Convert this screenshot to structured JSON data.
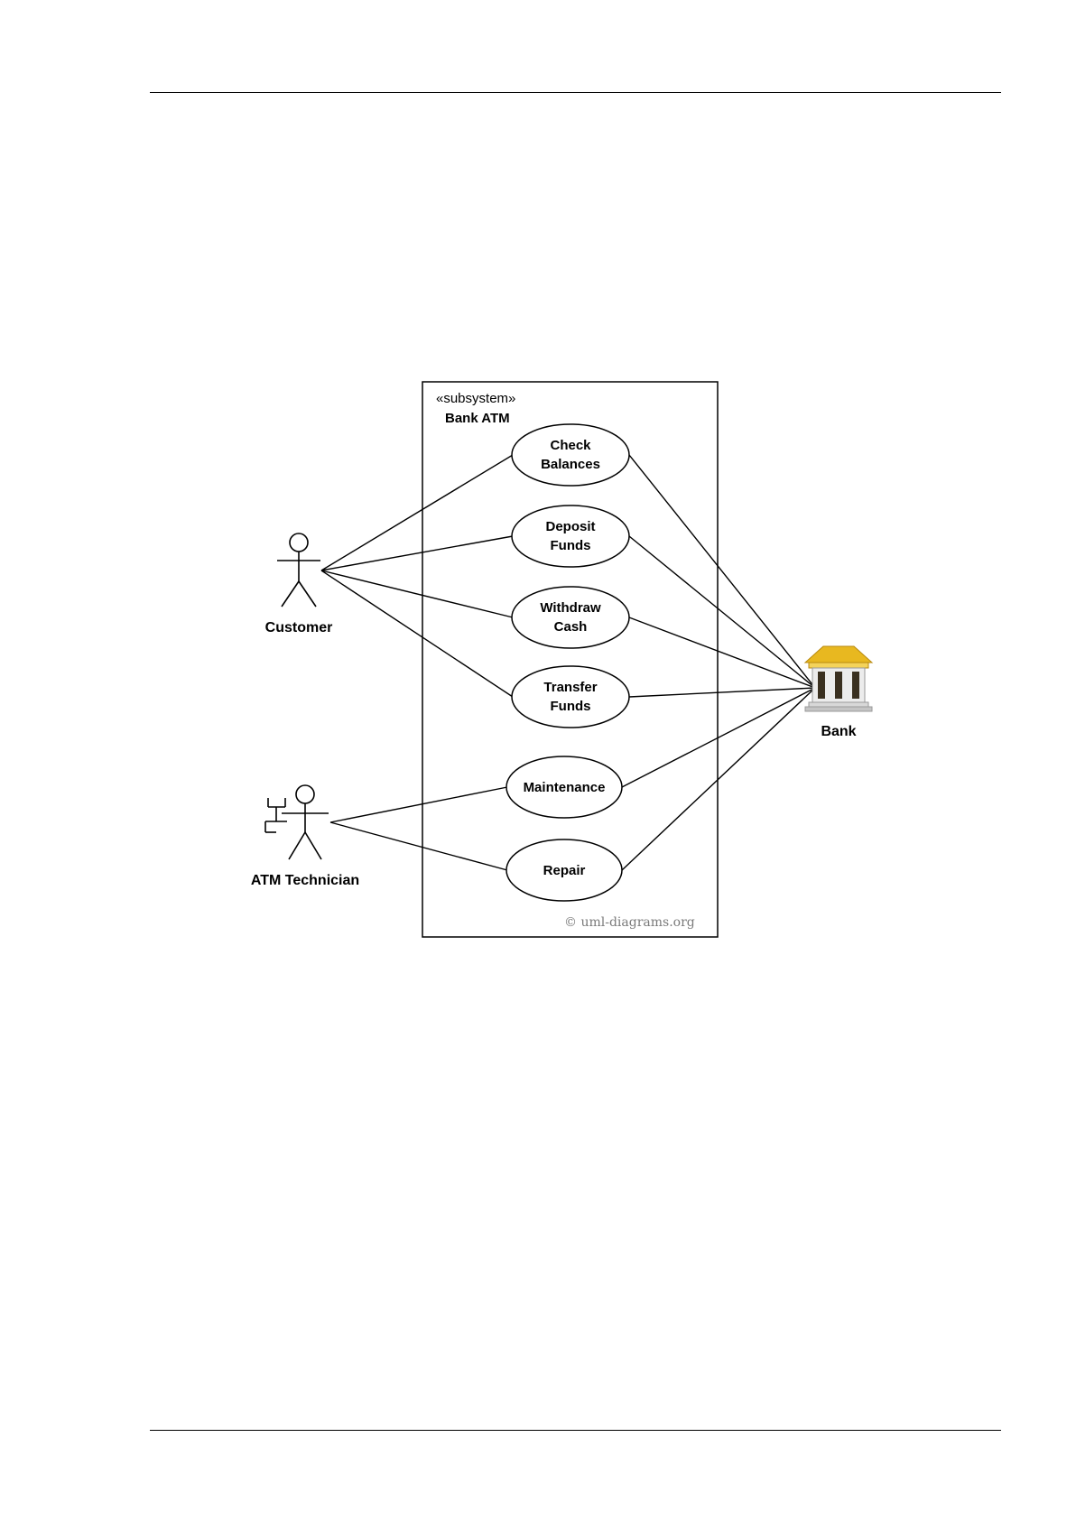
{
  "subsystem": {
    "stereotype": "«subsystem»",
    "name": "Bank ATM",
    "copyright": "© uml-diagrams.org"
  },
  "actors": {
    "customer": "Customer",
    "technician": "ATM Technician",
    "bank": "Bank"
  },
  "use_cases": [
    {
      "line1": "Check",
      "line2": "Balances"
    },
    {
      "line1": "Deposit",
      "line2": "Funds"
    },
    {
      "line1": "Withdraw",
      "line2": "Cash"
    },
    {
      "line1": "Transfer",
      "line2": "Funds"
    },
    {
      "line1": "Maintenance",
      "line2": ""
    },
    {
      "line1": "Repair",
      "line2": ""
    }
  ],
  "icons": {
    "customer": "stick-figure-icon",
    "technician": "robot-stick-figure-icon",
    "bank": "bank-building-icon"
  },
  "colors": {
    "line": "#000000",
    "bank_roof": "#e8b820",
    "bank_columns": "#3a3020",
    "bank_stone": "#d8d8d8"
  }
}
